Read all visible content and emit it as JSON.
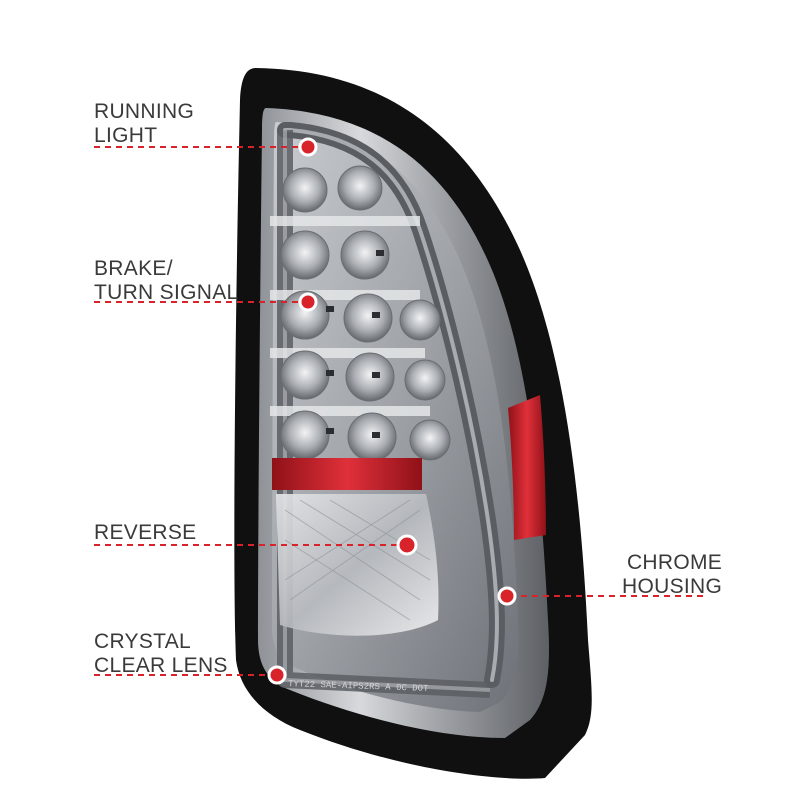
{
  "callouts": {
    "running_light": {
      "line1": "RUNNING",
      "line2": "LIGHT"
    },
    "brake_turn": {
      "line1": "BRAKE/",
      "line2": "TURN SIGNAL"
    },
    "reverse": {
      "line1": "REVERSE"
    },
    "crystal_clear": {
      "line1": "CRYSTAL",
      "line2": "CLEAR LENS"
    },
    "chrome_housing": {
      "line1": "CHROME",
      "line2": "HOUSING"
    }
  },
  "colors": {
    "callout_line": "#d9232a",
    "label_text": "#3a3a3a",
    "housing": "#111111",
    "reflector_red": "#c8202a"
  },
  "lens_markings": "TYT22  SAE-AIPS2RS  A  0C  DOT"
}
